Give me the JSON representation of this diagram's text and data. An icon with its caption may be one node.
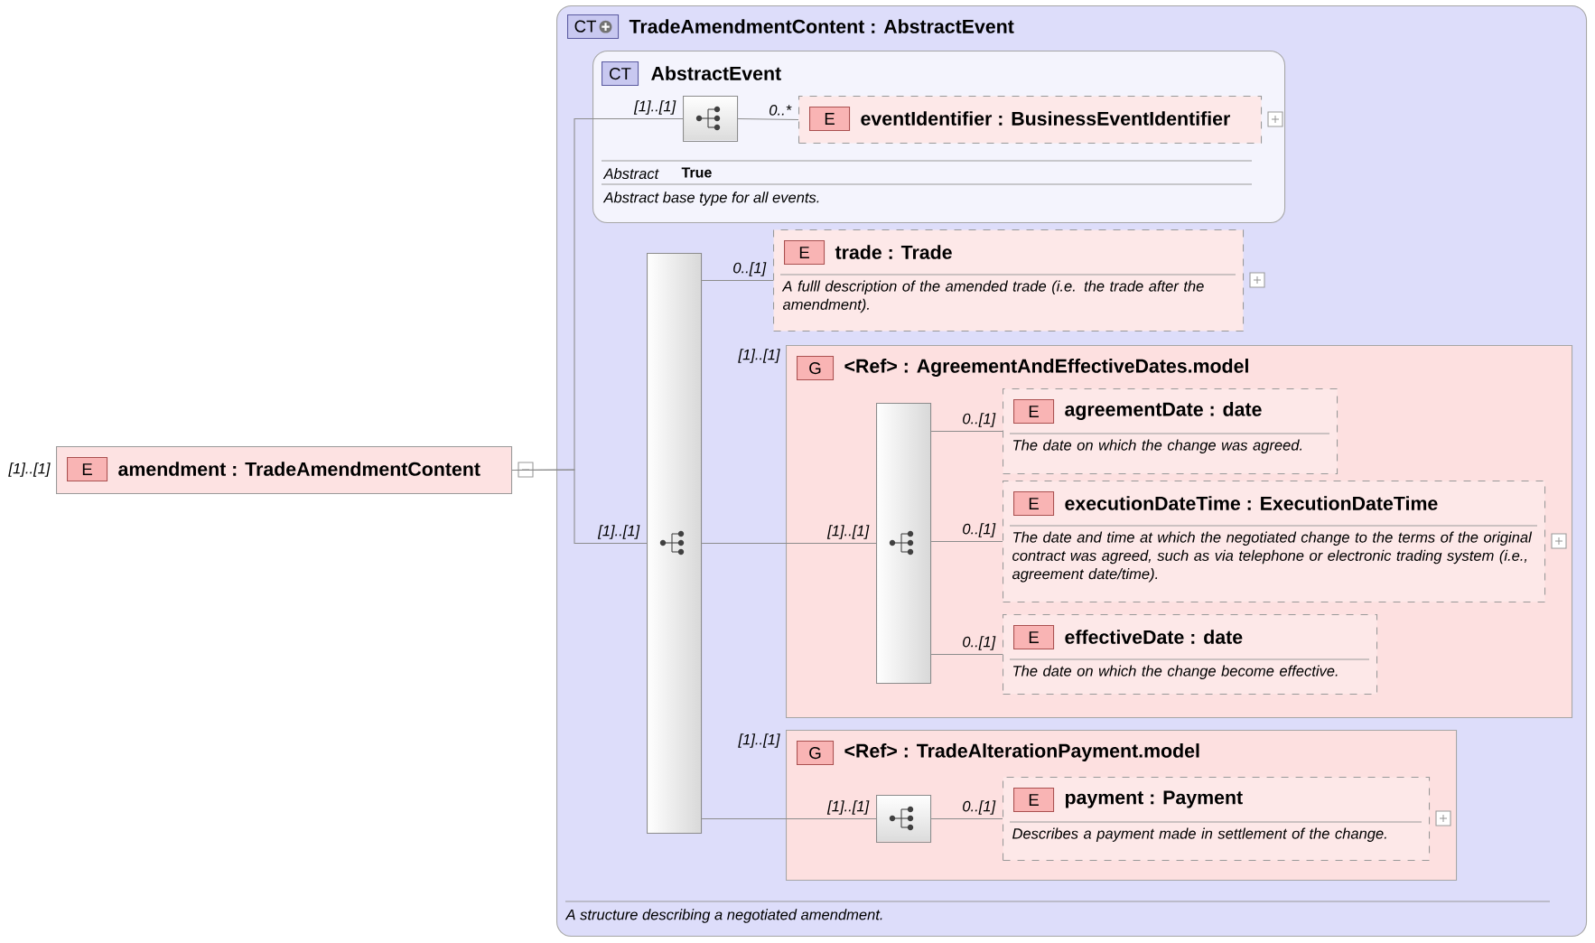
{
  "diagram": {
    "nodes": [
      {
        "text": [
          "E",
          "amendment : TradeAmendmentContent"
        ],
        "beside": [
          "[1]..[1]"
        ]
      },
      {
        "text": [
          "CT",
          "TradeAmendmentContent : AbstractEvent",
          "A structure describing a negotiated amendment."
        ]
      },
      {
        "text": [
          "CT",
          "AbstractEvent",
          "Abstract",
          "True",
          "Abstract base type for all events."
        ],
        "in": 1
      },
      {
        "text": [],
        "shape": "box",
        "in": 2
      },
      {
        "text": [
          "E",
          "eventIdentifier : BusinessEventIdentifier"
        ],
        "in": 2
      },
      {
        "text": [],
        "shape": "bar",
        "in": 1
      },
      {
        "text": [
          "E",
          "trade : Trade",
          "A fulll description of the amended trade (i.e. the trade after the amendment)."
        ],
        "in": 1
      },
      {
        "text": [
          "G",
          "<Ref> : AgreementAndEffectiveDates.model"
        ],
        "beside": [
          "[1]..[1]"
        ],
        "in": 1
      },
      {
        "text": [],
        "shape": "bar",
        "in": 7
      },
      {
        "text": [
          "E",
          "agreementDate : date",
          "The date on which the change was agreed."
        ],
        "in": 7
      },
      {
        "text": [
          "E",
          "executionDateTime : ExecutionDateTime",
          "The date and time at which the negotiated change to the terms of the original contract was agreed, such as via telephone or electronic trading system (i.e., agreement date/time)."
        ],
        "in": 7
      },
      {
        "text": [
          "E",
          "effectiveDate : date",
          "The date on which the change become effective."
        ],
        "in": 7
      },
      {
        "text": [
          "G",
          "<Ref> : TradeAlterationPayment.model"
        ],
        "beside": [
          "[1]..[1]"
        ],
        "in": 1
      },
      {
        "text": [],
        "shape": "box",
        "in": 12
      },
      {
        "text": [
          "E",
          "payment : Payment",
          "Describes a payment made in settlement of the change."
        ],
        "in": 12
      }
    ],
    "edges": [
      {
        "from": 0,
        "to": 3,
        "arrow": "none",
        "label": "[1]..[1]"
      },
      {
        "from": 3,
        "to": 4,
        "arrow": "none",
        "label": "0..*"
      },
      {
        "from": 0,
        "to": 5,
        "arrow": "none",
        "label": "[1]..[1]"
      },
      {
        "from": 5,
        "to": 6,
        "arrow": "none",
        "label": "0..[1]"
      },
      {
        "from": 5,
        "to": 7,
        "arrow": "none"
      },
      {
        "from": 7,
        "to": 8,
        "arrow": "none",
        "label": "[1]..[1]"
      },
      {
        "from": 8,
        "to": 9,
        "arrow": "none",
        "label": "0..[1]"
      },
      {
        "from": 8,
        "to": 10,
        "arrow": "none",
        "label": "0..[1]"
      },
      {
        "from": 8,
        "to": 11,
        "arrow": "none",
        "label": "0..[1]"
      },
      {
        "from": 5,
        "to": 12,
        "arrow": "none"
      },
      {
        "from": 12,
        "to": 13,
        "arrow": "none",
        "label": "[1]..[1]"
      },
      {
        "from": 13,
        "to": 14,
        "arrow": "none",
        "label": "0..[1]"
      }
    ]
  }
}
